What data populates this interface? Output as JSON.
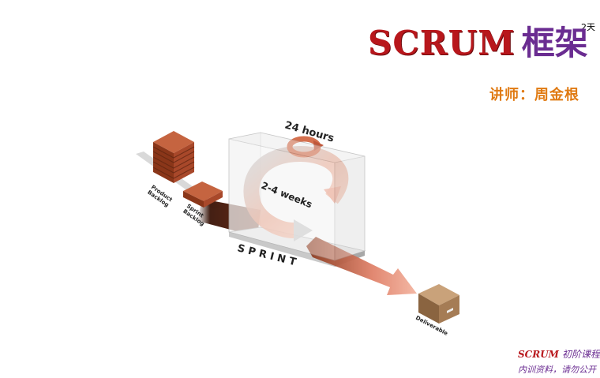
{
  "badge": "2天",
  "header": {
    "title_scrum": "SCRUM",
    "title_cn": "框架",
    "lecturer": "讲师：周金根"
  },
  "diagram": {
    "product_backlog_label": [
      "Product",
      "Backlog"
    ],
    "sprint_backlog_label": [
      "Sprint",
      "Backlog"
    ],
    "hours_label": "24 hours",
    "weeks_label": "2-4 weeks",
    "sprint_label": "S P R I N T",
    "deliverable_label": "Deliverable"
  },
  "footer": {
    "course_scrum": "SCRUM",
    "course_cn": "初阶课程",
    "note": "内训资料，请勿公开"
  },
  "colors": {
    "scrum_red": "#b8171c",
    "title_purple": "#6a2c91",
    "lecturer_orange": "#e07a12",
    "brick": "#a2442a",
    "arrow_salmon": "#e9a08a"
  }
}
